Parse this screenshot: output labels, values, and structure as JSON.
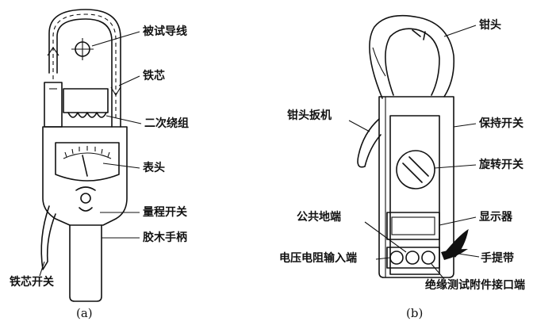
{
  "figure_a": {
    "caption": "(a)",
    "labels": {
      "wire_under_test": "被试导线",
      "iron_core": "铁芯",
      "secondary_winding": "二次绕组",
      "meter_head": "表头",
      "range_switch": "量程开关",
      "bakelite_handle": "胶木手柄",
      "core_switch": "铁芯开关"
    }
  },
  "figure_b": {
    "caption": "(b)",
    "labels": {
      "clamp_head": "钳头",
      "clamp_trigger": "钳头扳机",
      "hold_switch": "保持开关",
      "rotary_switch": "旋转开关",
      "common_ground": "公共地端",
      "display": "显示器",
      "voltage_resistance_input": "电压电阻输入端",
      "hand_strap": "手提带",
      "insulation_test_port": "绝缘测试附件接口端"
    }
  }
}
